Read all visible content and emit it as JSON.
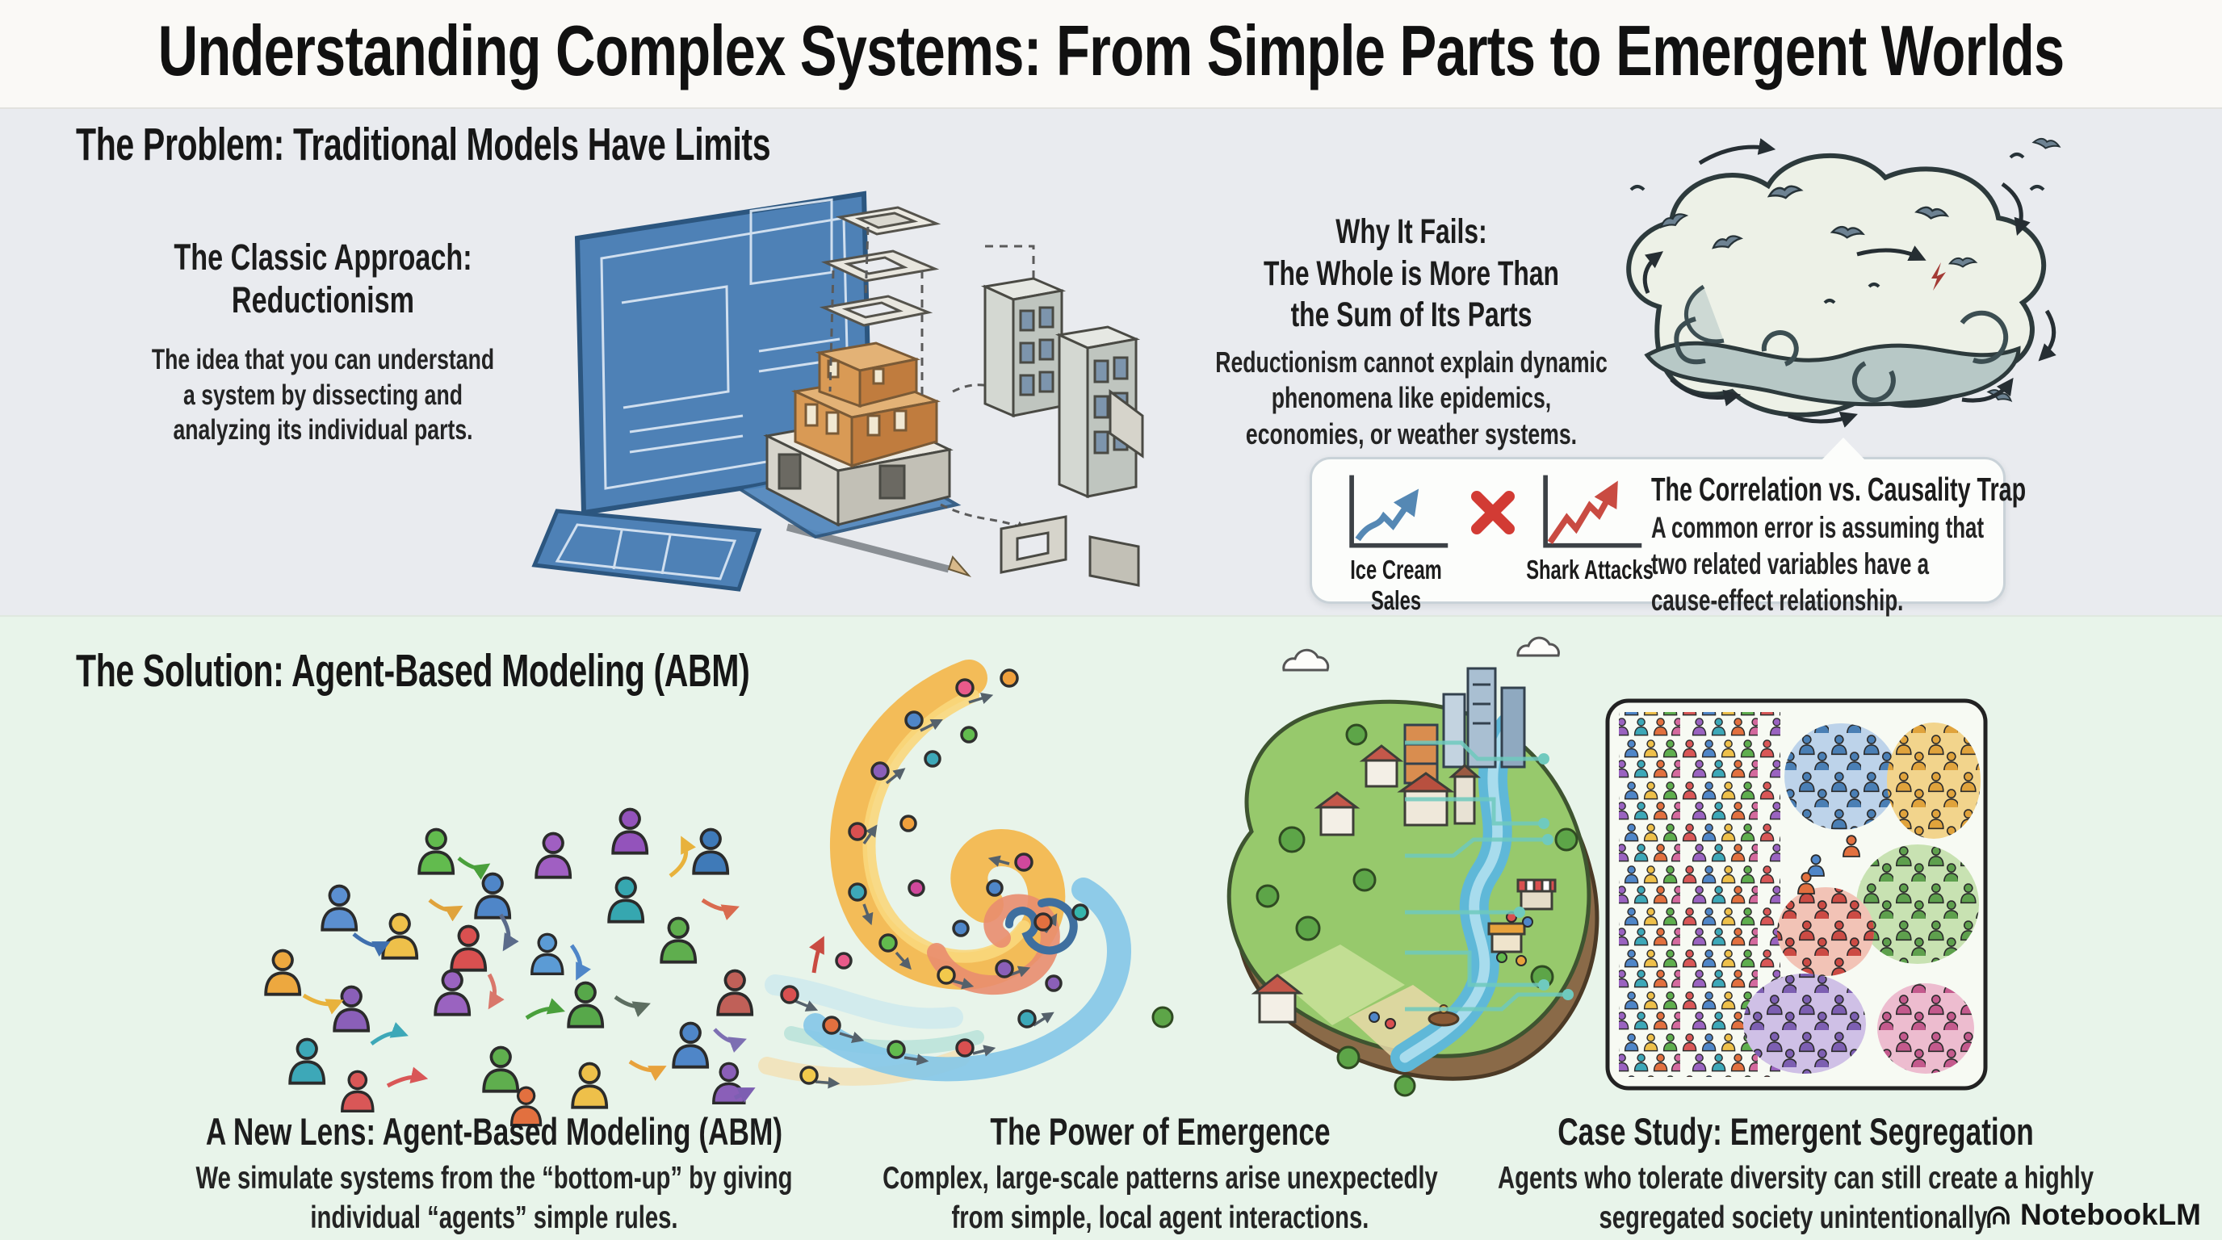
{
  "title": "Understanding Complex Systems: From Simple Parts to Emergent Worlds",
  "problem": {
    "heading": "The Problem: Traditional Models Have Limits",
    "classic": {
      "title": "The Classic Approach: Reductionism",
      "body": "The idea that you can understand a system by dissecting and analyzing its individual parts."
    },
    "why_it_fails": {
      "title_line1": "Why It Fails:",
      "title_line2": "The Whole is More Than",
      "title_line3": "the Sum of Its Parts",
      "body": "Reductionism cannot explain dynamic phenomena like epidemics, economies, or weather systems."
    },
    "correlation_box": {
      "title": "The Correlation vs. Causality Trap",
      "body": "A common error is assuming that two related variables have a cause-effect relationship.",
      "chart1_label": "Ice Cream Sales",
      "chart2_label": "Shark Attacks"
    }
  },
  "solution": {
    "heading": "The Solution: Agent-Based Modeling (ABM)",
    "captions": [
      {
        "title": "A New Lens: Agent-Based Modeling (ABM)",
        "body": "We simulate systems from the “bottom-up” by giving individual “agents” simple rules."
      },
      {
        "title": "The Power of Emergence",
        "body": "Complex, large-scale patterns arise unexpectedly from simple, local agent interactions."
      },
      {
        "title": "Case Study: Emergent Segregation",
        "body": "Agents who tolerate diversity can still create a highly segregated society unintentionally."
      }
    ]
  },
  "footer": {
    "brand": "NotebookLM"
  },
  "chart_data": [
    {
      "type": "line",
      "title": "Ice Cream Sales",
      "trend": "rising zigzag with upward arrow",
      "color": "#5588b4",
      "annotation": "correlation-not-causation example"
    },
    {
      "type": "line",
      "title": "Shark Attacks",
      "trend": "rising zigzag with upward arrow",
      "color": "#c94b42",
      "annotation": "correlation-not-causation example"
    }
  ],
  "colors": {
    "title_band_bg": "#faf9f6",
    "problem_band_bg": "#e9ebef",
    "solution_band_bg": "#e8f4ea",
    "blueprint_blue": "#4e81b6",
    "building_orange": "#d99a55",
    "chart_blue": "#5588b4",
    "chart_red": "#c94b42",
    "x_red": "#d23b34",
    "circuit_teal": "#6fcabe",
    "agent_palette": [
      "#d95757",
      "#4f86c8",
      "#eec04a",
      "#5fae4e",
      "#9a63c0",
      "#3da8b8",
      "#e2703f",
      "#d46a9e"
    ],
    "cluster_colors": [
      "#4a7fb5",
      "#e0a33c",
      "#5ea04d",
      "#cc4b44",
      "#7d5fb2",
      "#c45a8d"
    ]
  }
}
